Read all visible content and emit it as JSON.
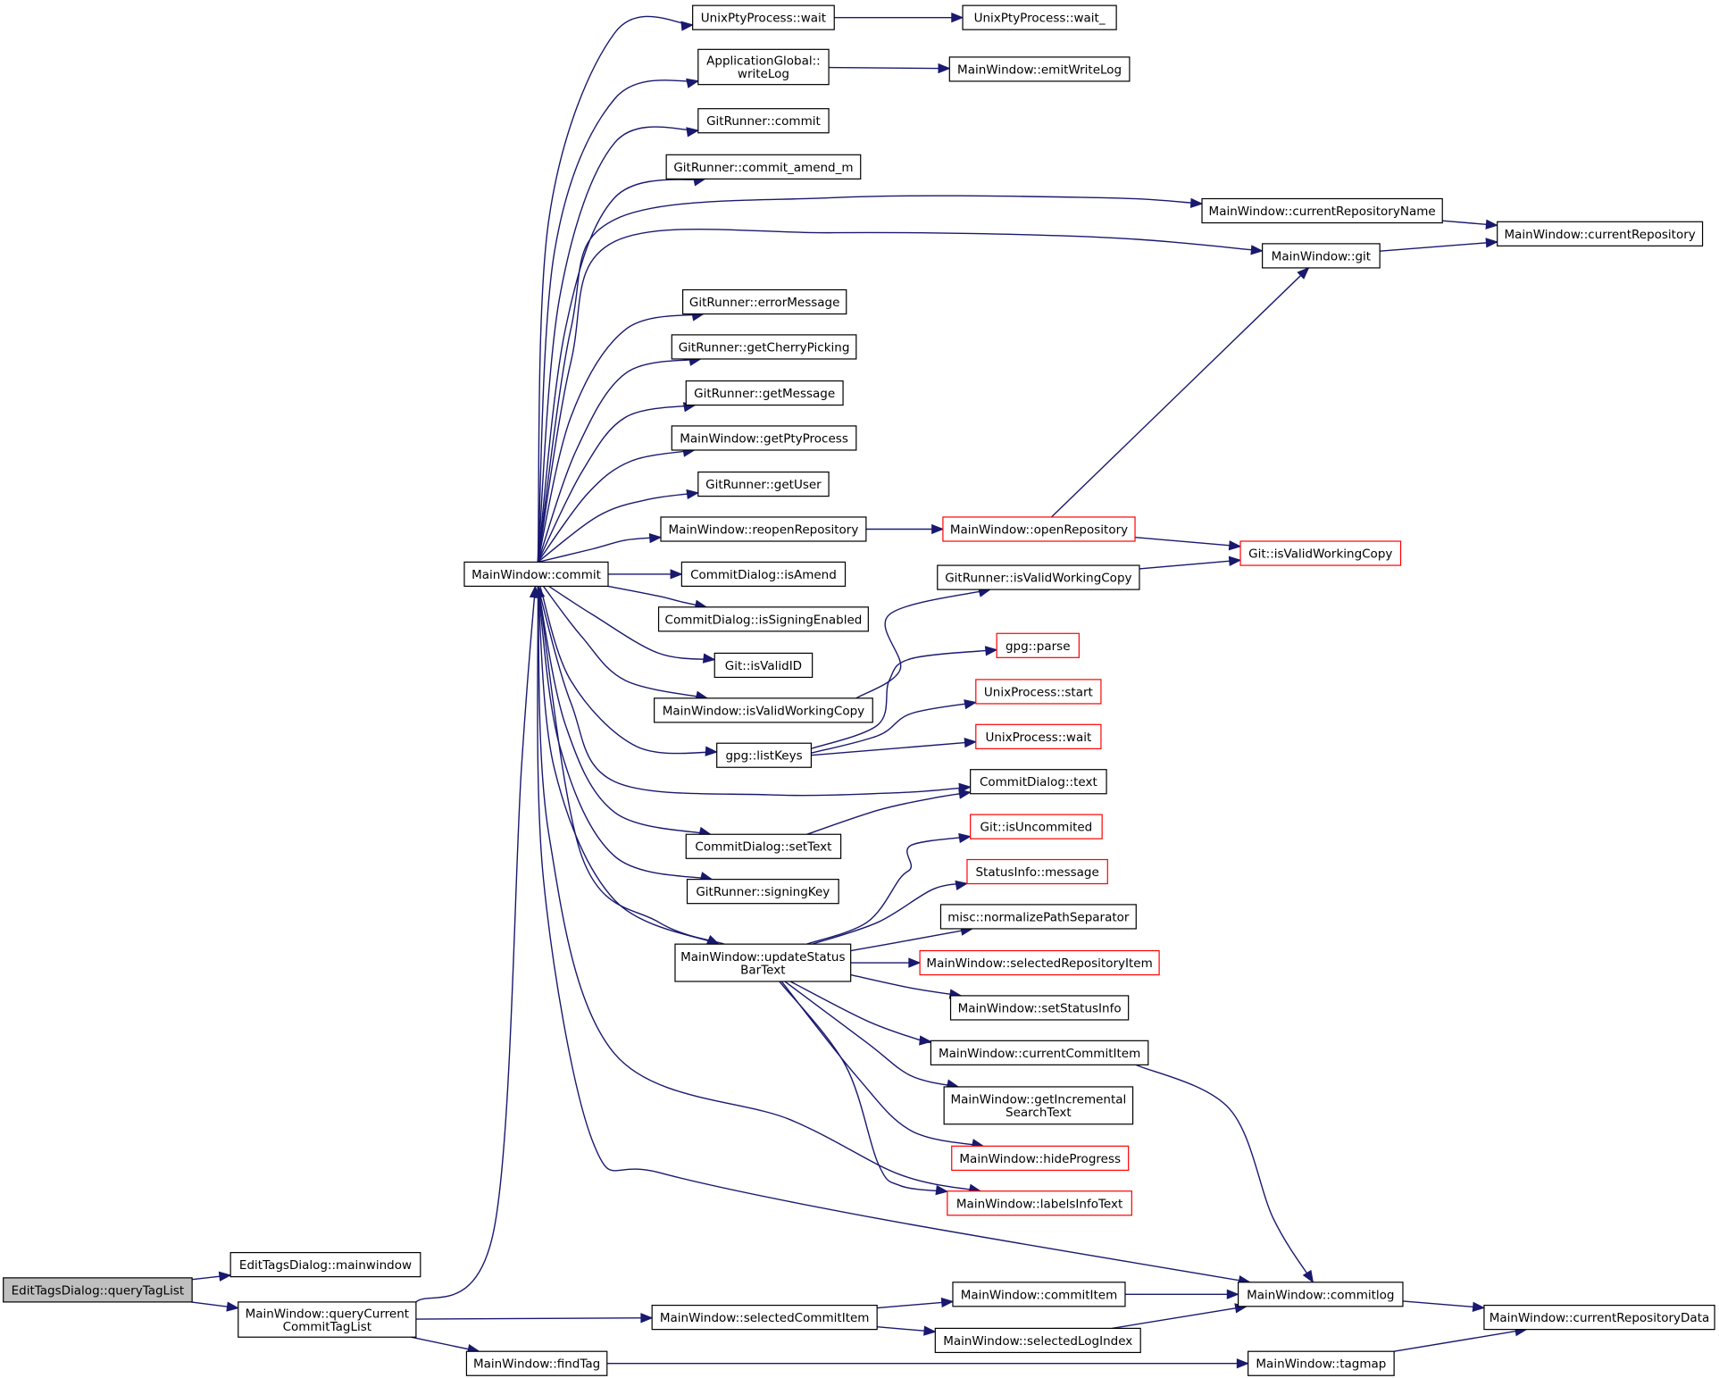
{
  "diagram": {
    "colors": {
      "edge": "#191970",
      "node_border": "#000000",
      "external_border": "#ff0000",
      "root_fill": "#bfbfbf",
      "background": "#ffffff"
    },
    "nodes": [
      {
        "id": "root",
        "lines": [
          "EditTagsDialog::queryTagList"
        ],
        "style": "root"
      },
      {
        "id": "mainwindow",
        "lines": [
          "EditTagsDialog::mainwindow"
        ]
      },
      {
        "id": "qctl",
        "lines": [
          "MainWindow::queryCurrent",
          "CommitTagList"
        ]
      },
      {
        "id": "commit",
        "lines": [
          "MainWindow::commit"
        ]
      },
      {
        "id": "selCommitItem",
        "lines": [
          "MainWindow::selectedCommitItem"
        ]
      },
      {
        "id": "findTag",
        "lines": [
          "MainWindow::findTag"
        ]
      },
      {
        "id": "uppWait",
        "lines": [
          "UnixPtyProcess::wait"
        ]
      },
      {
        "id": "uppWait_",
        "lines": [
          "UnixPtyProcess::wait_"
        ]
      },
      {
        "id": "writeLog",
        "lines": [
          "ApplicationGlobal::",
          "writeLog"
        ]
      },
      {
        "id": "emitWriteLog",
        "lines": [
          "MainWindow::emitWriteLog"
        ]
      },
      {
        "id": "grCommit",
        "lines": [
          "GitRunner::commit"
        ]
      },
      {
        "id": "grCommitAmend",
        "lines": [
          "GitRunner::commit_amend_m"
        ]
      },
      {
        "id": "curRepoName",
        "lines": [
          "MainWindow::currentRepositoryName"
        ]
      },
      {
        "id": "curRepo",
        "lines": [
          "MainWindow::currentRepository"
        ]
      },
      {
        "id": "mwGit",
        "lines": [
          "MainWindow::git"
        ]
      },
      {
        "id": "errMsg",
        "lines": [
          "GitRunner::errorMessage"
        ]
      },
      {
        "id": "getCherry",
        "lines": [
          "GitRunner::getCherryPicking"
        ]
      },
      {
        "id": "getMessage",
        "lines": [
          "GitRunner::getMessage"
        ]
      },
      {
        "id": "getPty",
        "lines": [
          "MainWindow::getPtyProcess"
        ]
      },
      {
        "id": "getUser",
        "lines": [
          "GitRunner::getUser"
        ]
      },
      {
        "id": "reopenRepo",
        "lines": [
          "MainWindow::reopenRepository"
        ]
      },
      {
        "id": "openRepo",
        "lines": [
          "MainWindow::openRepository"
        ],
        "style": "red"
      },
      {
        "id": "gitIsValidWC",
        "lines": [
          "Git::isValidWorkingCopy"
        ],
        "style": "red"
      },
      {
        "id": "cdIsAmend",
        "lines": [
          "CommitDialog::isAmend"
        ]
      },
      {
        "id": "grIsValidWC",
        "lines": [
          "GitRunner::isValidWorkingCopy"
        ]
      },
      {
        "id": "cdSigning",
        "lines": [
          "CommitDialog::isSigningEnabled"
        ]
      },
      {
        "id": "gitIsValidID",
        "lines": [
          "Git::isValidID"
        ]
      },
      {
        "id": "gpgParse",
        "lines": [
          "gpg::parse"
        ],
        "style": "red"
      },
      {
        "id": "mwIsValidWC",
        "lines": [
          "MainWindow::isValidWorkingCopy"
        ]
      },
      {
        "id": "upStart",
        "lines": [
          "UnixProcess::start"
        ],
        "style": "red"
      },
      {
        "id": "upWait",
        "lines": [
          "UnixProcess::wait"
        ],
        "style": "red"
      },
      {
        "id": "gpgListKeys",
        "lines": [
          "gpg::listKeys"
        ]
      },
      {
        "id": "cdText",
        "lines": [
          "CommitDialog::text"
        ]
      },
      {
        "id": "gitIsUncommited",
        "lines": [
          "Git::isUncommited"
        ],
        "style": "red"
      },
      {
        "id": "cdSetText",
        "lines": [
          "CommitDialog::setText"
        ]
      },
      {
        "id": "siMessage",
        "lines": [
          "StatusInfo::message"
        ],
        "style": "red"
      },
      {
        "id": "grSigningKey",
        "lines": [
          "GitRunner::signingKey"
        ]
      },
      {
        "id": "normPath",
        "lines": [
          "misc::normalizePathSeparator"
        ]
      },
      {
        "id": "updStatus",
        "lines": [
          "MainWindow::updateStatus",
          "BarText"
        ]
      },
      {
        "id": "selRepoItem",
        "lines": [
          "MainWindow::selectedRepositoryItem"
        ],
        "style": "red"
      },
      {
        "id": "setStatusInfo",
        "lines": [
          "MainWindow::setStatusInfo"
        ]
      },
      {
        "id": "curCommitItem",
        "lines": [
          "MainWindow::currentCommitItem"
        ]
      },
      {
        "id": "getIncSearch",
        "lines": [
          "MainWindow::getIncremental",
          "SearchText"
        ]
      },
      {
        "id": "hideProgress",
        "lines": [
          "MainWindow::hideProgress"
        ],
        "style": "red"
      },
      {
        "id": "labelsInfo",
        "lines": [
          "MainWindow::labelsInfoText"
        ],
        "style": "red"
      },
      {
        "id": "commitlog",
        "lines": [
          "MainWindow::commitlog"
        ]
      },
      {
        "id": "commitItem",
        "lines": [
          "MainWindow::commitItem"
        ]
      },
      {
        "id": "curRepoData",
        "lines": [
          "MainWindow::currentRepositoryData"
        ]
      },
      {
        "id": "selLogIndex",
        "lines": [
          "MainWindow::selectedLogIndex"
        ]
      },
      {
        "id": "tagmap",
        "lines": [
          "MainWindow::tagmap"
        ]
      }
    ],
    "edges": [
      [
        "root",
        "mainwindow"
      ],
      [
        "root",
        "qctl"
      ],
      [
        "qctl",
        "commit"
      ],
      [
        "qctl",
        "selCommitItem"
      ],
      [
        "qctl",
        "findTag"
      ],
      [
        "commit",
        "uppWait"
      ],
      [
        "commit",
        "writeLog"
      ],
      [
        "commit",
        "grCommit"
      ],
      [
        "commit",
        "grCommitAmend"
      ],
      [
        "commit",
        "curRepoName"
      ],
      [
        "commit",
        "mwGit"
      ],
      [
        "commit",
        "errMsg"
      ],
      [
        "commit",
        "getCherry"
      ],
      [
        "commit",
        "getMessage"
      ],
      [
        "commit",
        "getPty"
      ],
      [
        "commit",
        "getUser"
      ],
      [
        "commit",
        "reopenRepo"
      ],
      [
        "commit",
        "cdIsAmend"
      ],
      [
        "commit",
        "cdSigning"
      ],
      [
        "commit",
        "gitIsValidID"
      ],
      [
        "commit",
        "mwIsValidWC"
      ],
      [
        "commit",
        "gpgListKeys"
      ],
      [
        "commit",
        "cdText"
      ],
      [
        "commit",
        "cdSetText"
      ],
      [
        "commit",
        "grSigningKey"
      ],
      [
        "commit",
        "updStatus"
      ],
      [
        "commit",
        "labelsInfo"
      ],
      [
        "commit",
        "commitlog"
      ],
      [
        "uppWait",
        "uppWait_"
      ],
      [
        "writeLog",
        "emitWriteLog"
      ],
      [
        "curRepoName",
        "curRepo"
      ],
      [
        "mwGit",
        "curRepo"
      ],
      [
        "reopenRepo",
        "openRepo"
      ],
      [
        "openRepo",
        "mwGit"
      ],
      [
        "openRepo",
        "gitIsValidWC"
      ],
      [
        "grIsValidWC",
        "gitIsValidWC"
      ],
      [
        "mwIsValidWC",
        "grIsValidWC"
      ],
      [
        "gpgListKeys",
        "gpgParse"
      ],
      [
        "gpgListKeys",
        "upStart"
      ],
      [
        "gpgListKeys",
        "upWait"
      ],
      [
        "cdSetText",
        "cdText"
      ],
      [
        "updStatus",
        "commit"
      ],
      [
        "updStatus",
        "gitIsUncommited"
      ],
      [
        "updStatus",
        "siMessage"
      ],
      [
        "updStatus",
        "normPath"
      ],
      [
        "updStatus",
        "selRepoItem"
      ],
      [
        "updStatus",
        "setStatusInfo"
      ],
      [
        "updStatus",
        "curCommitItem"
      ],
      [
        "updStatus",
        "getIncSearch"
      ],
      [
        "updStatus",
        "hideProgress"
      ],
      [
        "updStatus",
        "labelsInfo"
      ],
      [
        "curCommitItem",
        "commitlog"
      ],
      [
        "selCommitItem",
        "commitItem"
      ],
      [
        "selCommitItem",
        "selLogIndex"
      ],
      [
        "commitItem",
        "commitlog"
      ],
      [
        "selLogIndex",
        "commitlog"
      ],
      [
        "commitlog",
        "curRepoData"
      ],
      [
        "findTag",
        "tagmap"
      ],
      [
        "tagmap",
        "curRepoData"
      ]
    ]
  }
}
